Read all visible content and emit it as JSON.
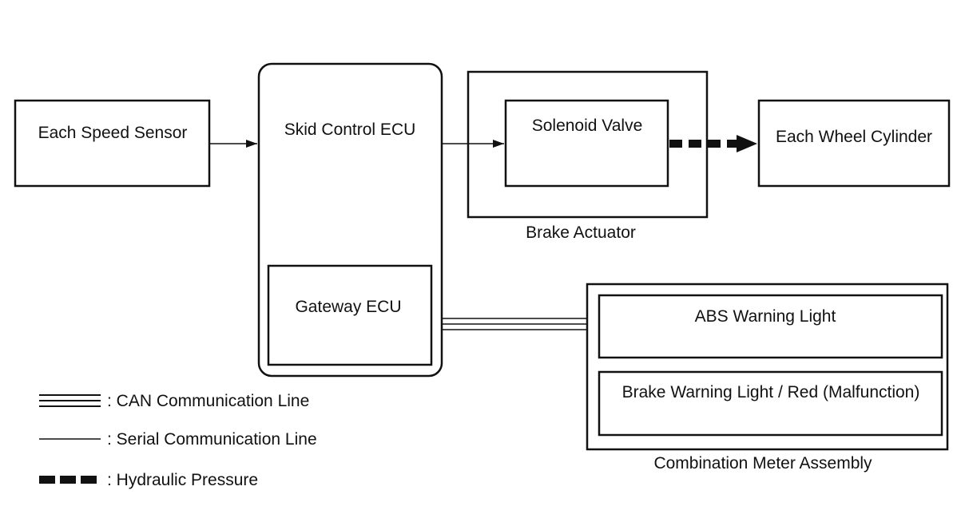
{
  "nodes": {
    "speed_sensor": "Each Speed Sensor",
    "skid_control_ecu": "Skid Control ECU",
    "gateway_ecu": "Gateway ECU",
    "solenoid_valve": "Solenoid Valve",
    "brake_actuator": "Brake Actuator",
    "wheel_cylinder": "Each Wheel Cylinder",
    "abs_warning_light": "ABS Warning Light",
    "brake_warning_light": "Brake Warning Light / Red (Malfunction)",
    "combination_meter": "Combination Meter Assembly"
  },
  "legend": {
    "can": ": CAN Communication Line",
    "serial": ": Serial Communication Line",
    "hydraulic": ": Hydraulic Pressure"
  },
  "colors": {
    "stroke": "#111111",
    "background": "#ffffff"
  }
}
